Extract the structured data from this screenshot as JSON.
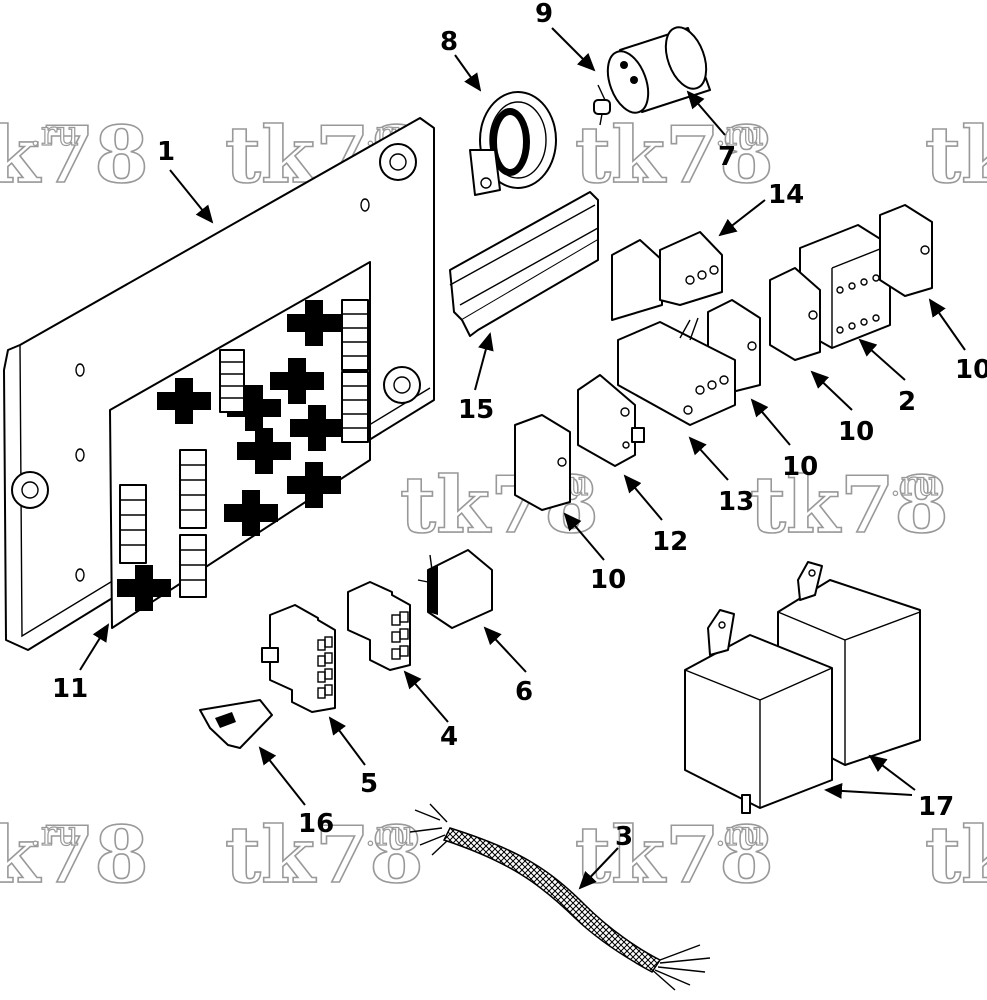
{
  "watermark": {
    "main": "tk78",
    "suffix": ".ru"
  },
  "callouts": [
    "1",
    "2",
    "3",
    "4",
    "5",
    "6",
    "7",
    "8",
    "9",
    "10",
    "10",
    "10",
    "10",
    "11",
    "12",
    "13",
    "14",
    "15",
    "16",
    "17"
  ]
}
